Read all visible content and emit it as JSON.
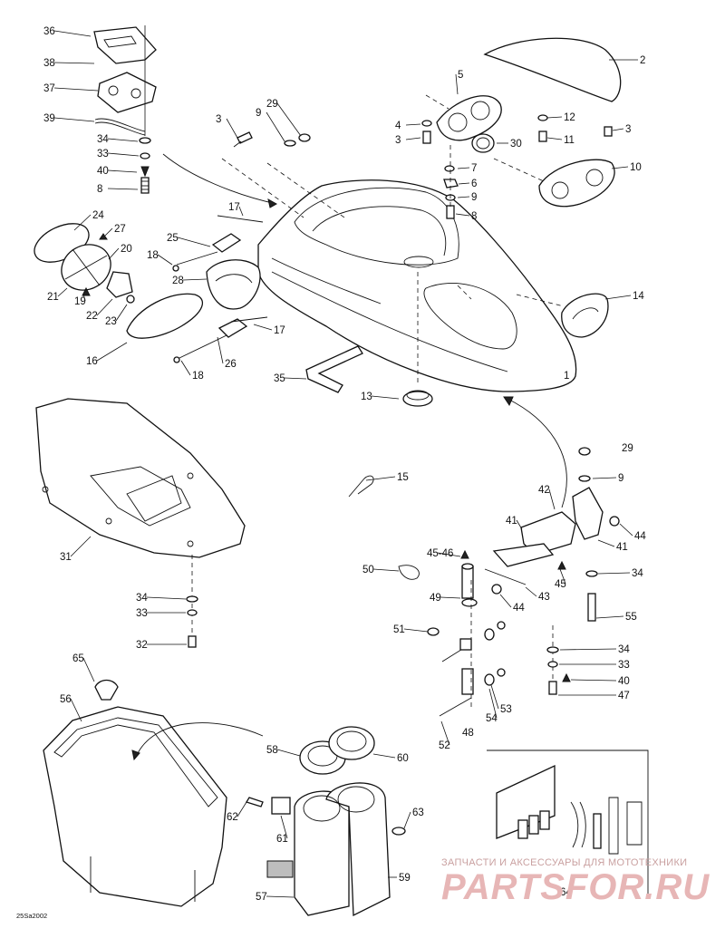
{
  "callouts": [
    {
      "id": "c36",
      "label": "36"
    },
    {
      "id": "c38",
      "label": "38"
    },
    {
      "id": "c37",
      "label": "37"
    },
    {
      "id": "c39",
      "label": "39"
    },
    {
      "id": "c34a",
      "label": "34"
    },
    {
      "id": "c33a",
      "label": "33"
    },
    {
      "id": "c40a",
      "label": "40"
    },
    {
      "id": "c8a",
      "label": "8"
    },
    {
      "id": "c3a",
      "label": "3"
    },
    {
      "id": "c9a",
      "label": "9"
    },
    {
      "id": "c29a",
      "label": "29"
    },
    {
      "id": "c17a",
      "label": "17"
    },
    {
      "id": "c24",
      "label": "24"
    },
    {
      "id": "c27",
      "label": "27"
    },
    {
      "id": "c20",
      "label": "20"
    },
    {
      "id": "c21",
      "label": "21"
    },
    {
      "id": "c19",
      "label": "19"
    },
    {
      "id": "c22",
      "label": "22"
    },
    {
      "id": "c23",
      "label": "23"
    },
    {
      "id": "c16",
      "label": "16"
    },
    {
      "id": "c25",
      "label": "25"
    },
    {
      "id": "c18a",
      "label": "18"
    },
    {
      "id": "c28",
      "label": "28"
    },
    {
      "id": "c17b",
      "label": "17"
    },
    {
      "id": "c26",
      "label": "26"
    },
    {
      "id": "c18b",
      "label": "18"
    },
    {
      "id": "c35",
      "label": "35"
    },
    {
      "id": "c13",
      "label": "13"
    },
    {
      "id": "c5",
      "label": "5"
    },
    {
      "id": "c4",
      "label": "4"
    },
    {
      "id": "c3b",
      "label": "3"
    },
    {
      "id": "c30",
      "label": "30"
    },
    {
      "id": "c7",
      "label": "7"
    },
    {
      "id": "c6",
      "label": "6"
    },
    {
      "id": "c9b",
      "label": "9"
    },
    {
      "id": "c8b",
      "label": "8"
    },
    {
      "id": "c2",
      "label": "2"
    },
    {
      "id": "c12",
      "label": "12"
    },
    {
      "id": "c3c",
      "label": "3"
    },
    {
      "id": "c11",
      "label": "11"
    },
    {
      "id": "c10",
      "label": "10"
    },
    {
      "id": "c14",
      "label": "14"
    },
    {
      "id": "c1",
      "label": "1"
    },
    {
      "id": "c29b",
      "label": "29"
    },
    {
      "id": "c9c",
      "label": "9"
    },
    {
      "id": "c42",
      "label": "42"
    },
    {
      "id": "c41a",
      "label": "41"
    },
    {
      "id": "c44a",
      "label": "44"
    },
    {
      "id": "c41b",
      "label": "41"
    },
    {
      "id": "c4546",
      "label": "45-46"
    },
    {
      "id": "c45",
      "label": "45"
    },
    {
      "id": "c34b",
      "label": "34"
    },
    {
      "id": "c50",
      "label": "50"
    },
    {
      "id": "c49",
      "label": "49"
    },
    {
      "id": "c43",
      "label": "43"
    },
    {
      "id": "c44b",
      "label": "44"
    },
    {
      "id": "c55",
      "label": "55"
    },
    {
      "id": "c51",
      "label": "51"
    },
    {
      "id": "c34c",
      "label": "34"
    },
    {
      "id": "c33b",
      "label": "33"
    },
    {
      "id": "c40b",
      "label": "40"
    },
    {
      "id": "c47",
      "label": "47"
    },
    {
      "id": "c53",
      "label": "53"
    },
    {
      "id": "c54",
      "label": "54"
    },
    {
      "id": "c48",
      "label": "48"
    },
    {
      "id": "c52",
      "label": "52"
    },
    {
      "id": "c15",
      "label": "15"
    },
    {
      "id": "c31",
      "label": "31"
    },
    {
      "id": "c34d",
      "label": "34"
    },
    {
      "id": "c33c",
      "label": "33"
    },
    {
      "id": "c32",
      "label": "32"
    },
    {
      "id": "c65",
      "label": "65"
    },
    {
      "id": "c56",
      "label": "56"
    },
    {
      "id": "c58",
      "label": "58"
    },
    {
      "id": "c60",
      "label": "60"
    },
    {
      "id": "c62",
      "label": "62"
    },
    {
      "id": "c61",
      "label": "61"
    },
    {
      "id": "c63",
      "label": "63"
    },
    {
      "id": "c59",
      "label": "59"
    },
    {
      "id": "c57",
      "label": "57"
    },
    {
      "id": "c64",
      "label": "64"
    }
  ],
  "drawing_code": "25Sa2002",
  "watermark": {
    "tagline": "ЗАПЧАСТИ И АКСЕССУАРЫ ДЛЯ МОТОТЕХНИКИ",
    "brand": "PARTSFOR.RU"
  }
}
